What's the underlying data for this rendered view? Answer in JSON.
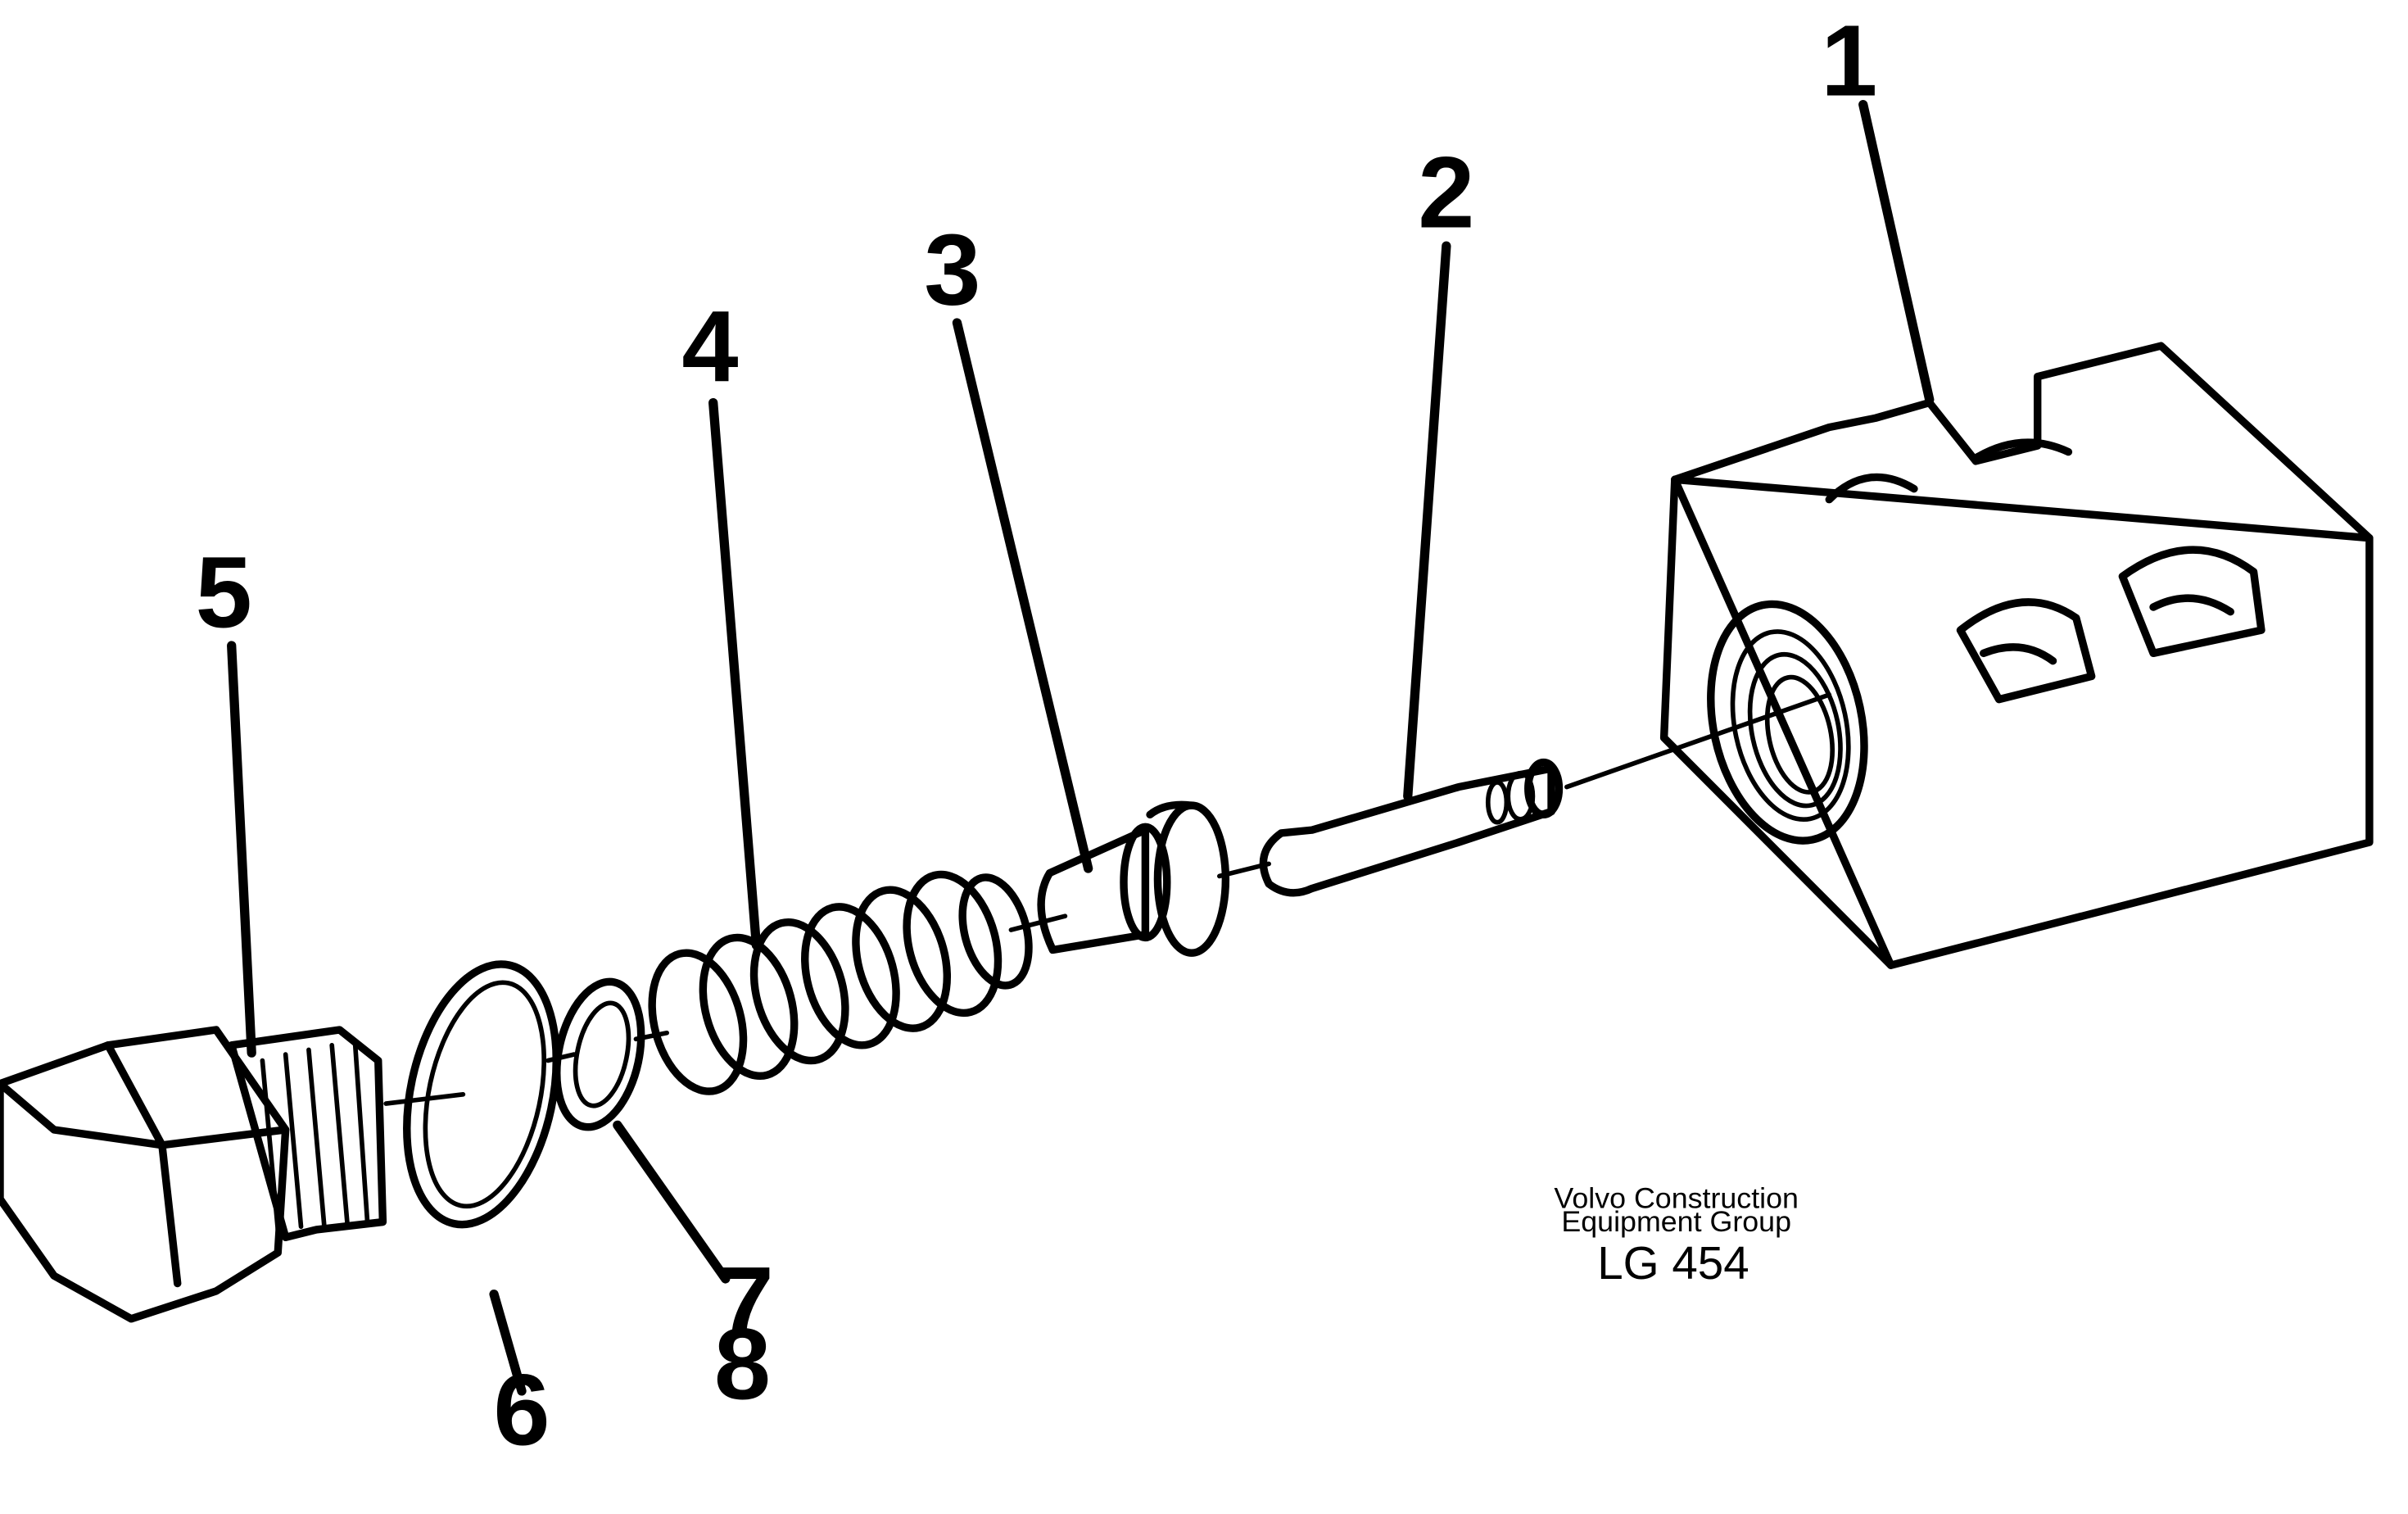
{
  "diagram": {
    "callouts": [
      {
        "id": "1",
        "label": "1"
      },
      {
        "id": "2",
        "label": "2"
      },
      {
        "id": "3",
        "label": "3"
      },
      {
        "id": "4",
        "label": "4"
      },
      {
        "id": "5",
        "label": "5"
      },
      {
        "id": "6",
        "label": "6"
      },
      {
        "id": "7",
        "label": "7"
      },
      {
        "id": "8",
        "label": "8"
      }
    ],
    "credit_line1": "Volvo Construction",
    "credit_line2": "Equipment Group",
    "drawing_code": "LG 454"
  }
}
